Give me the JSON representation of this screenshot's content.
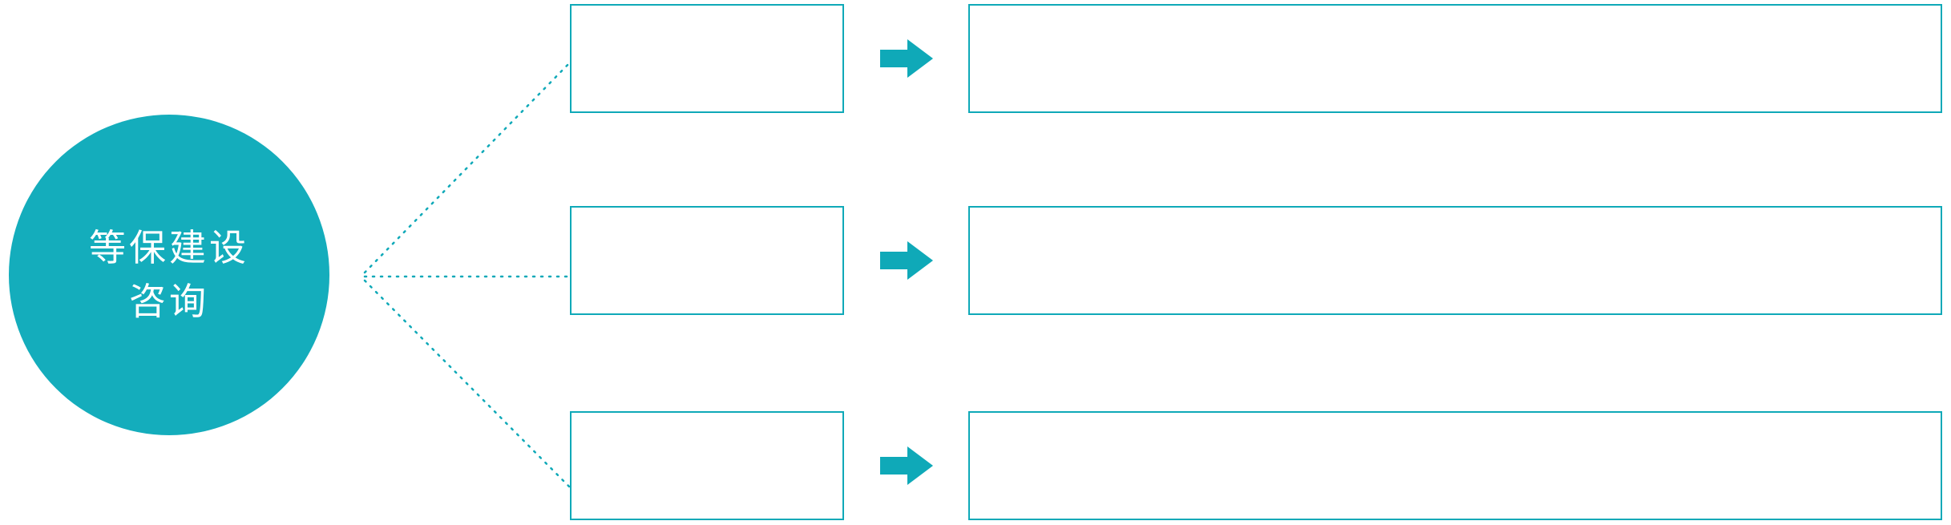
{
  "colors": {
    "accent": "#0FA9B8",
    "circle_fill": "#14ADBC",
    "text_on_circle": "#FFFFFF",
    "background": "#FFFFFF"
  },
  "circle": {
    "line1": "等保建设",
    "line2": "咨询"
  },
  "rows": [
    {
      "small_box_text": "",
      "large_box_text": ""
    },
    {
      "small_box_text": "",
      "large_box_text": ""
    },
    {
      "small_box_text": "",
      "large_box_text": ""
    }
  ],
  "icons": {
    "arrow_right": "➜",
    "connector_style": "dotted"
  }
}
